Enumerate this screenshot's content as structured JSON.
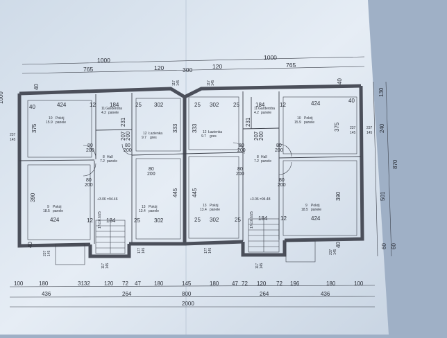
{
  "drawing": {
    "top_dims": {
      "overall_left": "1000",
      "overall_right": "1000",
      "left_segments": [
        "765",
        "120"
      ],
      "center": "300",
      "right_segments": [
        "120",
        "765"
      ]
    },
    "bottom_dims": {
      "row1": [
        "100",
        "180",
        "3132",
        "120",
        "72",
        "47",
        "180",
        "145",
        "180",
        "47",
        "72",
        "120",
        "72",
        "196",
        "180",
        "100"
      ],
      "row2": [
        "436",
        "264",
        "800",
        "264",
        "436"
      ],
      "total": "2000"
    },
    "right_dims": [
      "130",
      "240",
      "870",
      "501",
      "60",
      "60",
      "237",
      "145"
    ],
    "wall_dims": {
      "left_top": "40",
      "left_mid": "375",
      "left_low": "390",
      "left_bot": "40",
      "thk_12": "12",
      "thk_25": "25",
      "inner_333": "333",
      "inner_445": "445",
      "w_424": "424",
      "w_184": "184",
      "w_302": "302",
      "win_237": "237",
      "win_145": "145",
      "win_117": "117",
      "win_177": "177",
      "small_231": "231",
      "small_207": "207",
      "small_200": "200"
    },
    "doors": {
      "w80": "80",
      "h200": "200"
    },
    "level_mark": "+3.06 =94.46",
    "level_mark_right": "+3.06 =94.48",
    "stair_steps": "17x16.6/25",
    "rooms_left": {
      "pokoj_top": {
        "num": "10",
        "name": "Pokój",
        "area": "15.9",
        "floor": "panele"
      },
      "garderoba": {
        "num": "11",
        "name": "Garderoba",
        "area": "4.2",
        "floor": "panele"
      },
      "lazienka": {
        "num": "12",
        "name": "Łazienka",
        "area": "9.7",
        "floor": "gres"
      },
      "hall": {
        "num": "8",
        "name": "Hall",
        "area": "7.2",
        "floor": "panele"
      },
      "pokoj_low": {
        "num": "9",
        "name": "Pokój",
        "area": "18.5",
        "floor": "panele"
      },
      "pokoj_mid": {
        "num": "13",
        "name": "Pokój",
        "area": "13.4",
        "floor": "panele"
      }
    },
    "rooms_right": {
      "pokoj_top": {
        "num": "10",
        "name": "Pokój",
        "area": "15.9",
        "floor": "panele"
      },
      "garderoba": {
        "num": "11",
        "name": "Garderoba",
        "area": "4.2",
        "floor": "panele"
      },
      "lazienka": {
        "num": "12",
        "name": "Łazienka",
        "area": "9.7",
        "floor": "gres"
      },
      "hall": {
        "num": "8",
        "name": "Hall",
        "area": "7.2",
        "floor": "panele"
      },
      "pokoj_low": {
        "num": "9",
        "name": "Pokój",
        "area": "18.5",
        "floor": "panele"
      },
      "pokoj_mid": {
        "num": "13",
        "name": "Pokój",
        "area": "13.4",
        "floor": "panele"
      }
    },
    "colors": {
      "paper": "#dfe7f0",
      "background": "#9fb0c6",
      "ink": "#2b2f38",
      "wall": "#8f949e"
    }
  }
}
